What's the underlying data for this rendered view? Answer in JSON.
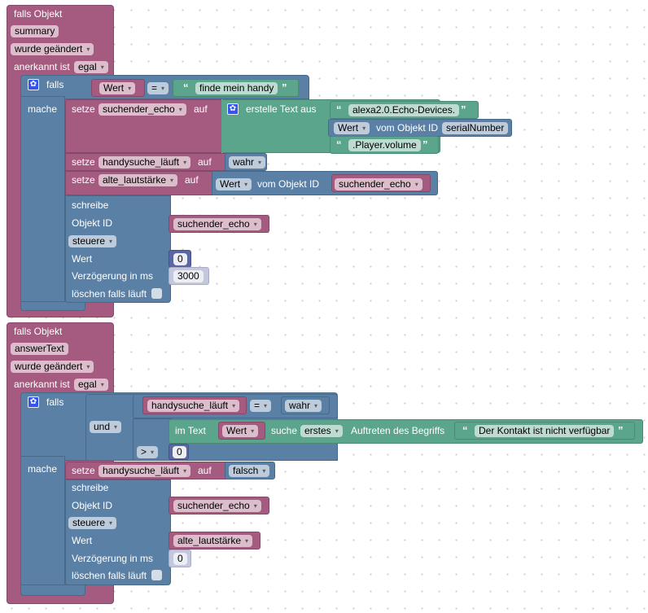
{
  "workspace": {
    "background": "#ffffff",
    "grid_color": "#cccccc"
  },
  "colors": {
    "event": "#a55b80",
    "logic": "#5b80a5",
    "text": "#5ba58c",
    "math": "#5b67a5",
    "variable": "#a55b80"
  },
  "block1": {
    "header": "falls Objekt",
    "object_id": "summary",
    "trigger": "wurde geändert",
    "ack_label": "anerkannt ist",
    "ack_value": "egal",
    "if_label": "falls",
    "do_label": "mache",
    "condition": {
      "left": "Wert",
      "op": "=",
      "right": "finde mein handy"
    },
    "set1": {
      "label": "setze",
      "var": "suchender_echo",
      "to": "auf",
      "create_text": "erstelle Text aus",
      "part1": "alexa2.0.Echo-Devices.",
      "part2": {
        "field": "Wert",
        "label": "vom Objekt ID",
        "id": "serialNumber"
      },
      "part3": ".Player.volume"
    },
    "set2": {
      "label": "setze",
      "var": "handysuche_läuft",
      "to": "auf",
      "value": "wahr"
    },
    "set3": {
      "label": "setze",
      "var": "alte_lautstärke",
      "to": "auf",
      "field": "Wert",
      "from": "vom Objekt ID",
      "id": "suchender_echo"
    },
    "write": {
      "label": "schreibe",
      "obj_label": "Objekt ID",
      "obj": "suchender_echo",
      "mode": "steuere",
      "value_label": "Wert",
      "value": "0",
      "delay_label": "Verzögerung in ms",
      "delay": "3000",
      "clear_label": "löschen falls läuft"
    }
  },
  "block2": {
    "header": "falls Objekt",
    "object_id": "answerText",
    "trigger": "wurde geändert",
    "ack_label": "anerkannt ist",
    "ack_value": "egal",
    "if_label": "falls",
    "do_label": "mache",
    "and_op": "und",
    "cond1": {
      "left": "handysuche_läuft",
      "op": "=",
      "right": "wahr"
    },
    "cond2": {
      "in_text": "im Text",
      "field": "Wert",
      "search": "suche",
      "which": "erstes",
      "occ": "Auftreten des Begriffs",
      "term": "Der Kontakt ist nicht verfügbar",
      "cmp": ">",
      "num": "0"
    },
    "set1": {
      "label": "setze",
      "var": "handysuche_läuft",
      "to": "auf",
      "value": "falsch"
    },
    "write": {
      "label": "schreibe",
      "obj_label": "Objekt ID",
      "obj": "suchender_echo",
      "mode": "steuere",
      "value_label": "Wert",
      "value": "alte_lautstärke",
      "delay_label": "Verzögerung in ms",
      "delay": "0",
      "clear_label": "löschen falls läuft"
    }
  },
  "glyphs": {
    "open_quote": "“",
    "close_quote": "”",
    "gear": "✿"
  }
}
